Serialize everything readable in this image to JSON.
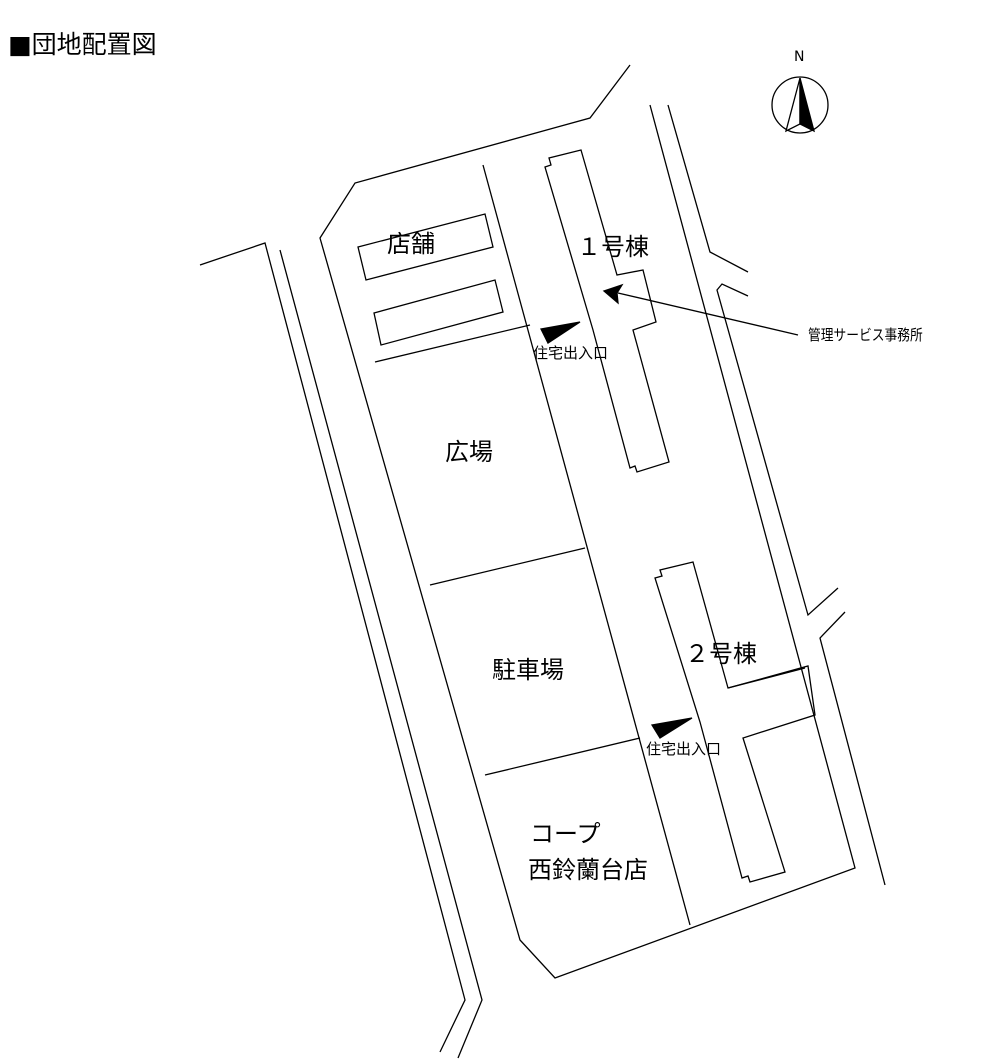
{
  "title": "■団地配置図",
  "north_label": "N",
  "labels": {
    "shop": "店舗",
    "building1": "１号棟",
    "building2": "２号棟",
    "plaza": "広場",
    "parking": "駐車場",
    "coop_line1": "コープ",
    "coop_line2": "西鈴蘭台店",
    "entrance1": "住宅出入口",
    "entrance2": "住宅出入口",
    "office": "管理サービス事務所"
  },
  "icons": [
    "north-arrow-icon",
    "entrance-marker-icon",
    "office-pointer-arrow-icon"
  ]
}
